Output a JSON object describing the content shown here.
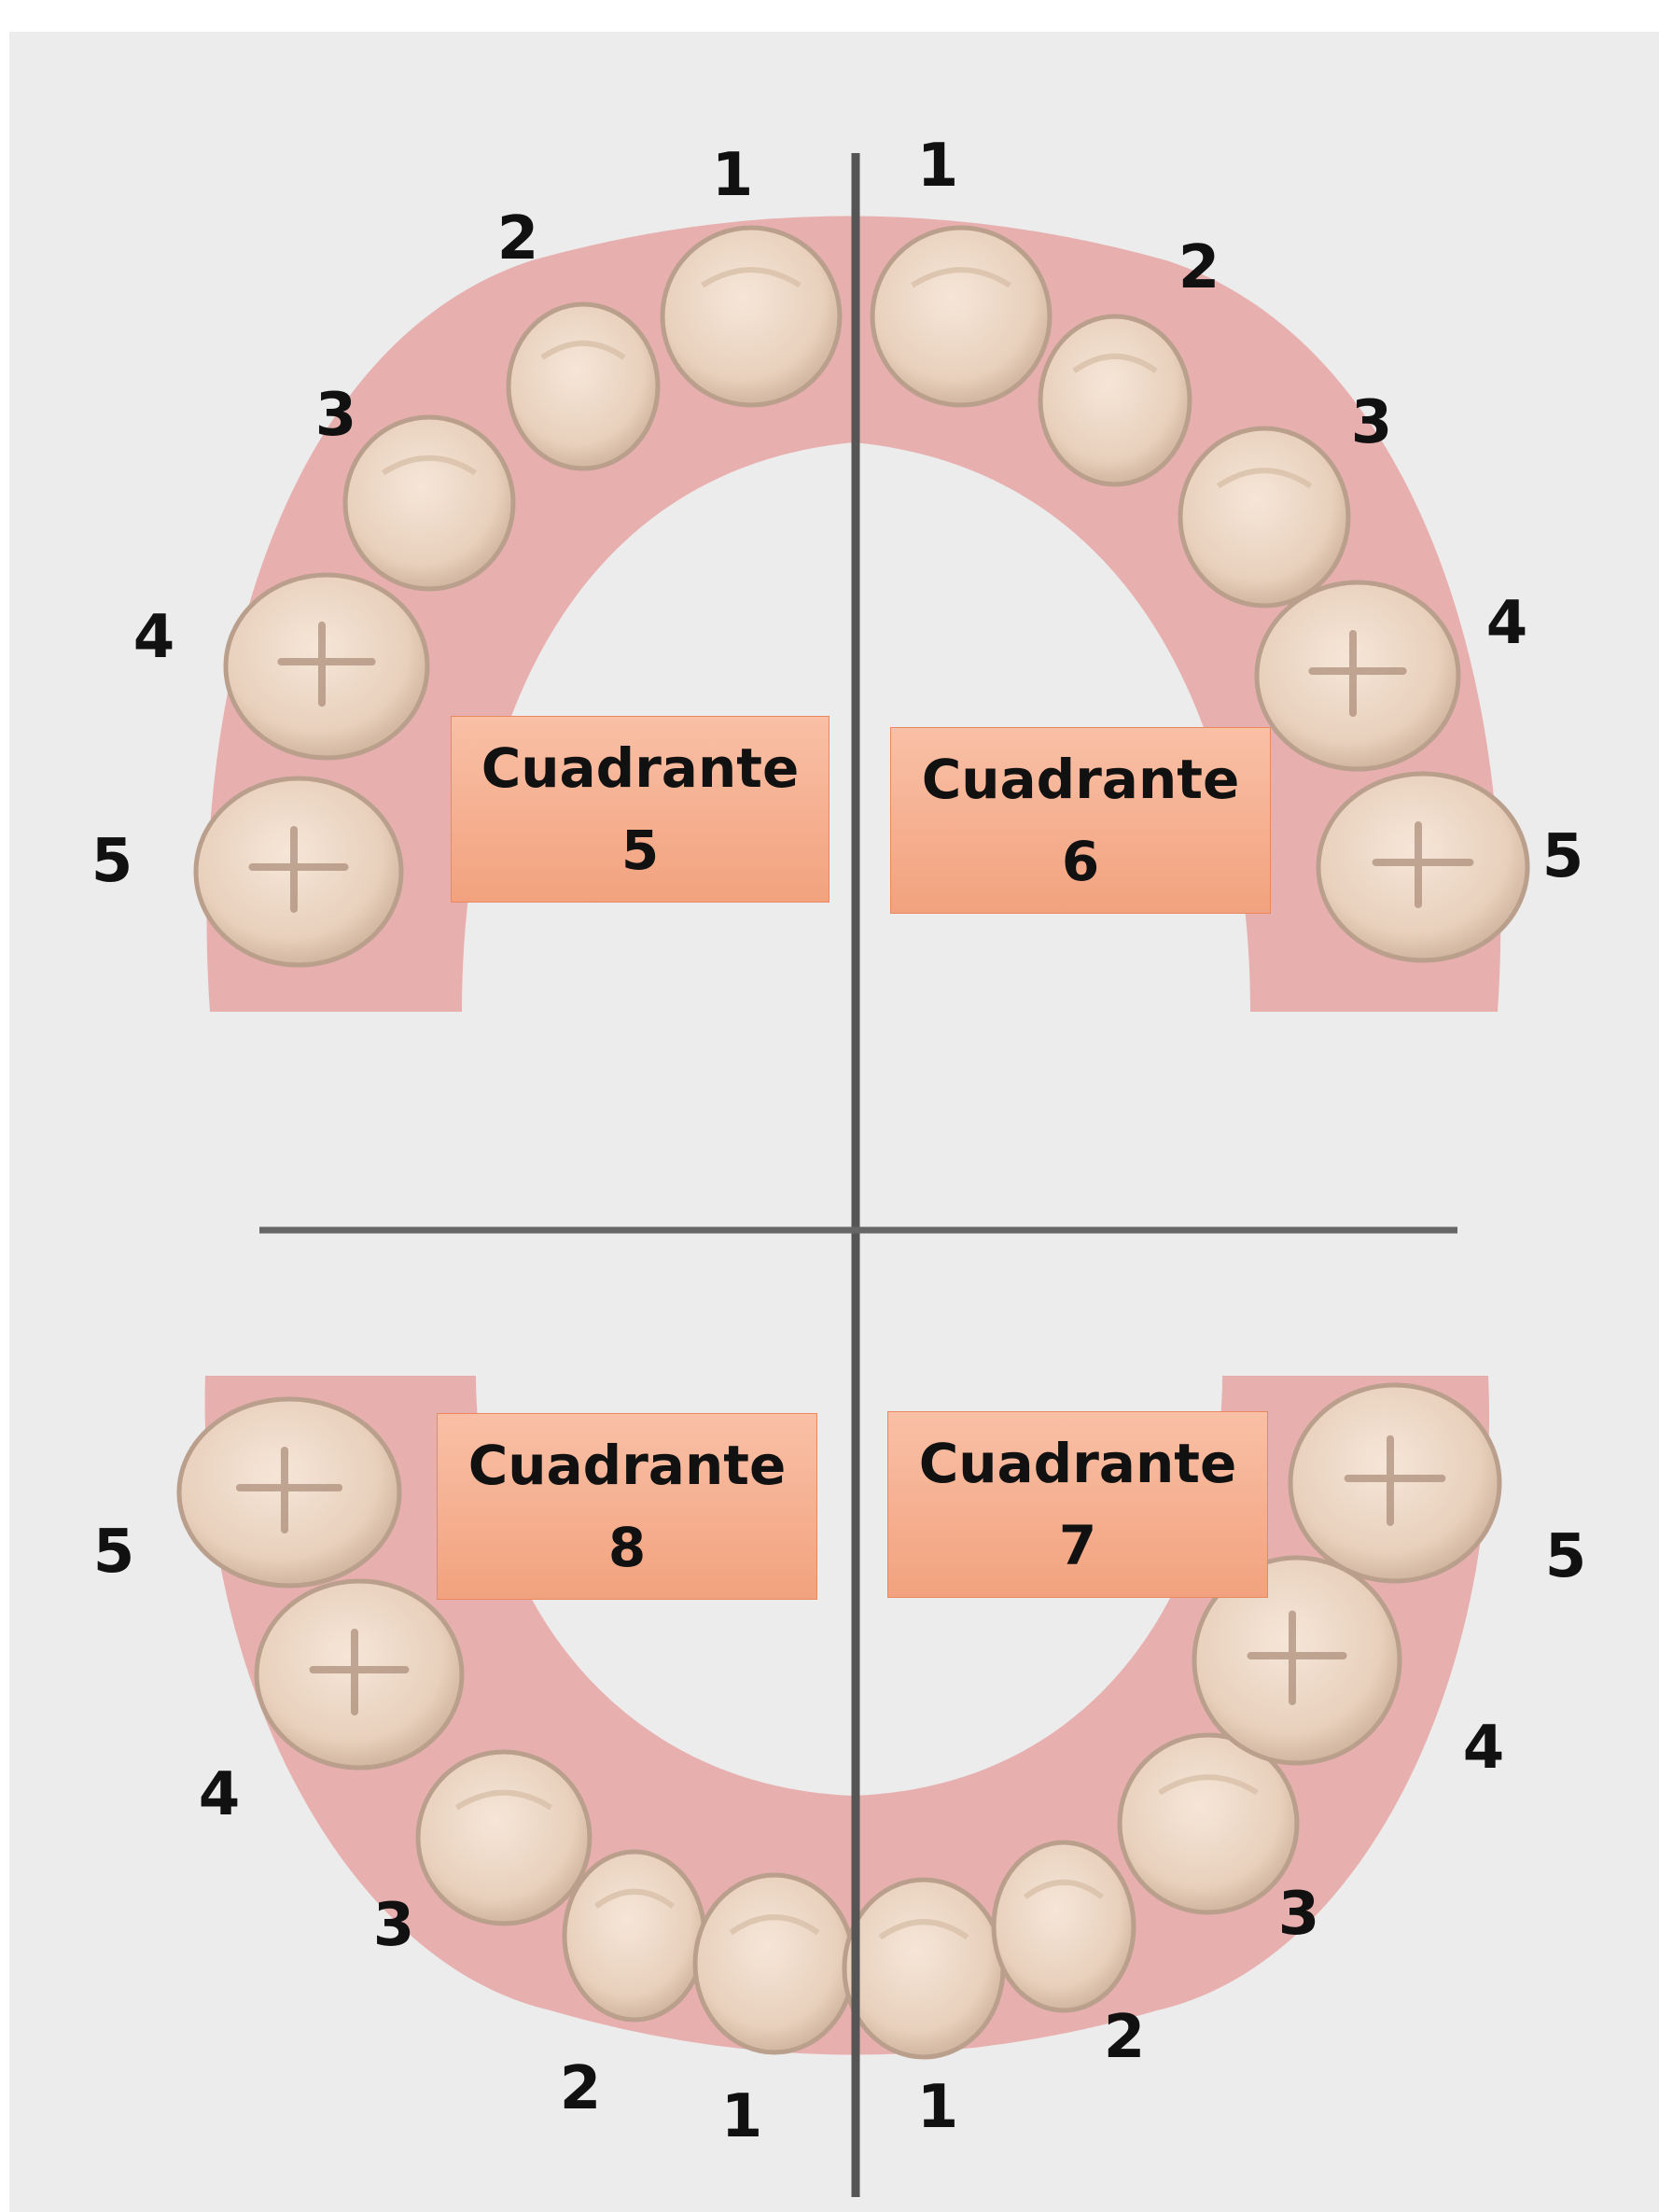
{
  "colors": {
    "panel_bg": "#ececec",
    "gum": "#e7a4a4",
    "tooth": "#ecd6c4",
    "tooth_outline": "#b99f8c",
    "divider": "#555555",
    "label_box": "#f4a985",
    "label_text": "#111111"
  },
  "quadrants": [
    {
      "id": "q5",
      "title": "Cuadrante",
      "number": "5"
    },
    {
      "id": "q6",
      "title": "Cuadrante",
      "number": "6"
    },
    {
      "id": "q8",
      "title": "Cuadrante",
      "number": "8"
    },
    {
      "id": "q7",
      "title": "Cuadrante",
      "number": "7"
    }
  ],
  "tooth_numbers": {
    "upper_left": [
      "1",
      "2",
      "3",
      "4",
      "5"
    ],
    "upper_right": [
      "1",
      "2",
      "3",
      "4",
      "5"
    ],
    "lower_left": [
      "1",
      "2",
      "3",
      "4",
      "5"
    ],
    "lower_right": [
      "1",
      "2",
      "3",
      "4",
      "5"
    ]
  }
}
